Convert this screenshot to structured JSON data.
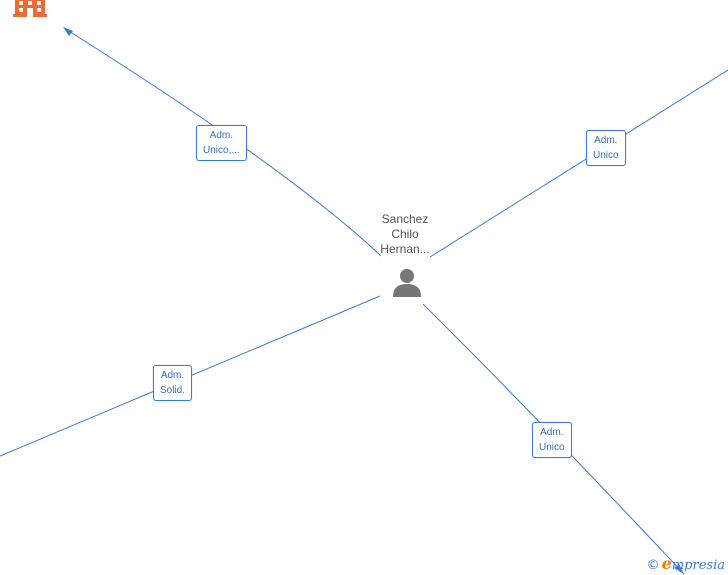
{
  "center": {
    "name_lines": [
      "Sanchez",
      "Chilo",
      "Hernan..."
    ],
    "icon": "person-icon"
  },
  "edges": [
    {
      "id": "nw",
      "label_lines": [
        "Adm.",
        "Unico,..."
      ],
      "target_icon": "building-icon"
    },
    {
      "id": "ne",
      "label_lines": [
        "Adm.",
        "Unico"
      ]
    },
    {
      "id": "sw",
      "label_lines": [
        "Adm.",
        "Solid."
      ]
    },
    {
      "id": "se",
      "label_lines": [
        "Adm.",
        "Unico"
      ]
    }
  ],
  "watermark": {
    "copyright": "©",
    "brand_initial": "e",
    "brand_rest": "mpresia"
  },
  "colors": {
    "edge": "#3a7bd5",
    "building": "#f06a35",
    "person": "#777777",
    "brand_accent": "#f07c00"
  }
}
